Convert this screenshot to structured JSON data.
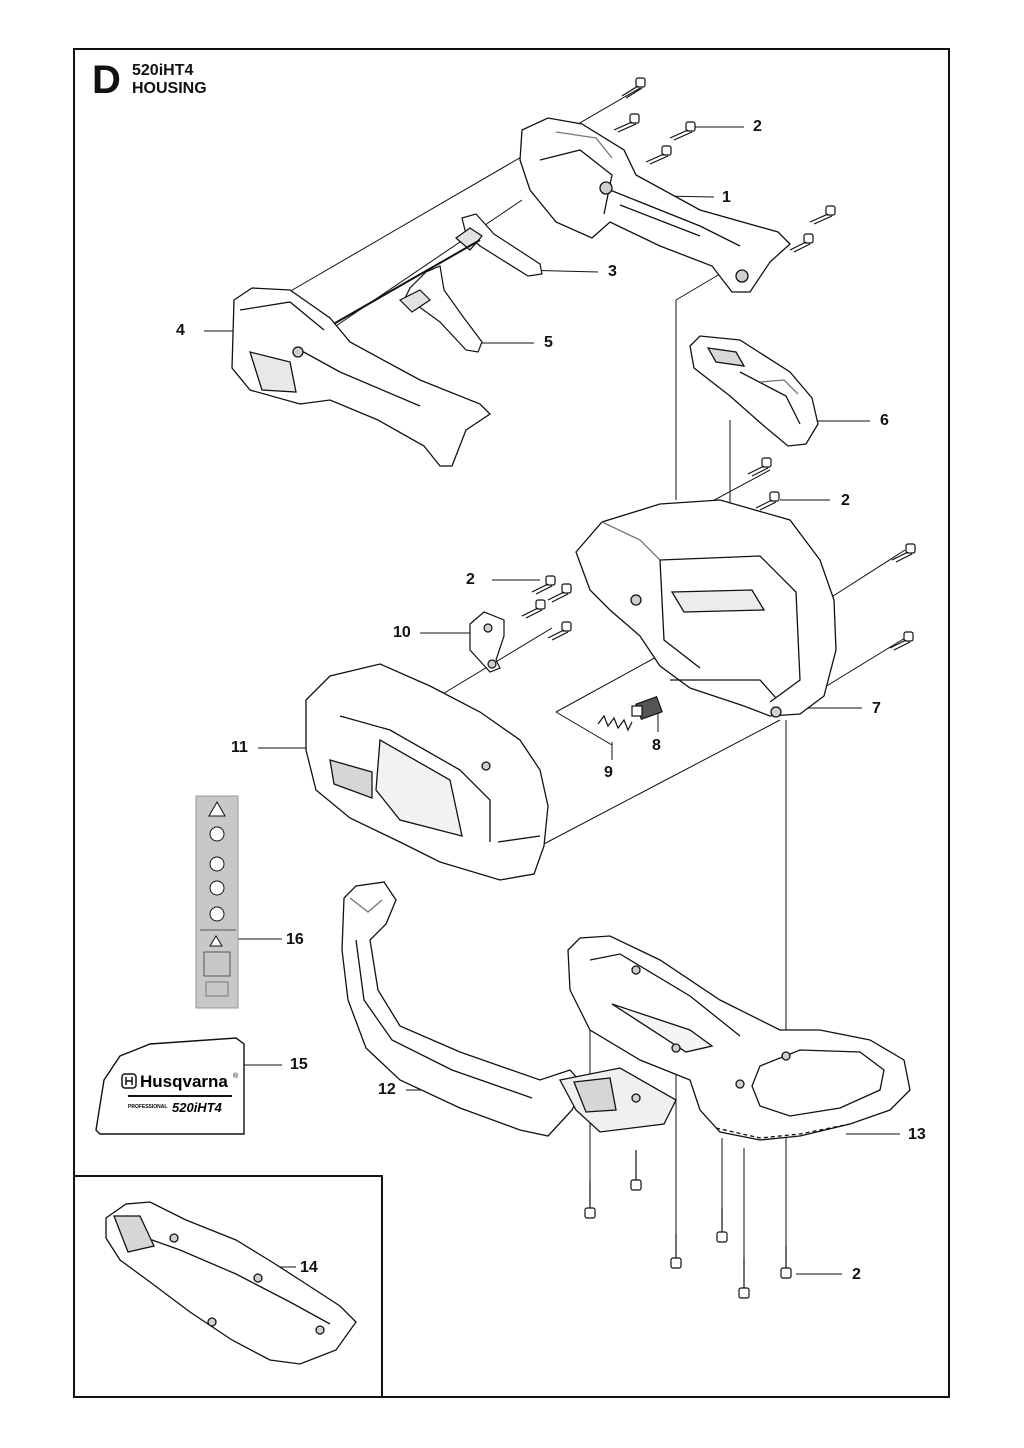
{
  "header": {
    "section_letter": "D",
    "model": "520iHT4",
    "title": "HOUSING"
  },
  "callouts": {
    "c1": "1",
    "c2a": "2",
    "c2b": "2",
    "c2c": "2",
    "c2d": "2",
    "c3": "3",
    "c4": "4",
    "c5": "5",
    "c6": "6",
    "c7": "7",
    "c8": "8",
    "c9": "9",
    "c10": "10",
    "c11": "11",
    "c12": "12",
    "c13": "13",
    "c14": "14",
    "c15": "15",
    "c16": "16"
  },
  "decal": {
    "brand": "Husqvarna",
    "registered": "®",
    "line": "PROFESSIONAL",
    "model": "520iHT4"
  },
  "colors": {
    "line": "#111111",
    "part_fill": "#ffffff",
    "shade": "#cfcfcf",
    "label_fill": "#c8c8c8"
  }
}
